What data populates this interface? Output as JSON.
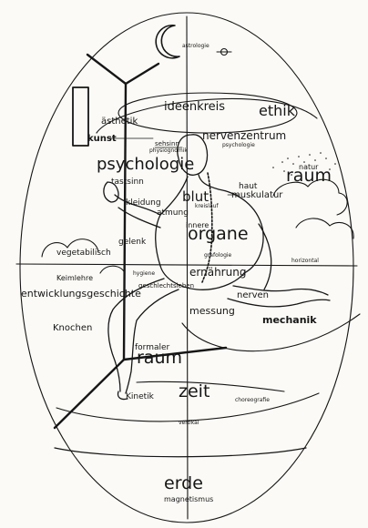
{
  "labels": {
    "astrologie": "astrologie",
    "ideenkreis": "ideenkreis",
    "ethik": "ethik",
    "aesthetik": "ästhetik",
    "kunst": "kunst",
    "sehsinn": "sehsinn",
    "physiognomik": "physiognomik",
    "nervenzentrum": "nervenzentrum",
    "psychologie_small": "psychologie",
    "psychologie": "psychologie",
    "natur": "natur",
    "raum_top": "raum",
    "tastsinn": "tastsinn",
    "haut": "haut",
    "blut": "blut",
    "muskulatur": "muskulatur",
    "kleidung": "kleidung",
    "kreislauf": "kreislauf",
    "atmung": "atmung",
    "innere": "innere",
    "organe": "organe",
    "gelenk": "gelenk",
    "vegetabilisch": "vegetabilisch",
    "grafologie": "grafologie",
    "horizontal": "horizontal",
    "keimlehre": "Keimlehre",
    "hygiene": "hygiene",
    "ernaehrung": "ernährung",
    "entwicklungsgeschichte": "entwicklungsgeschichte",
    "geschlechtsleben": "geschlechtsleben",
    "nerven": "nerven",
    "messung": "messung",
    "mechanik": "mechanik",
    "knochen": "Knochen",
    "formaler": "formaler",
    "raum_bottom": "raum",
    "kinetik": "Kinetik",
    "zeit": "zeit",
    "choreografie": "choreografie",
    "vertikal": "vertikal",
    "erde": "erde",
    "magnetismus": "magnetismus"
  }
}
